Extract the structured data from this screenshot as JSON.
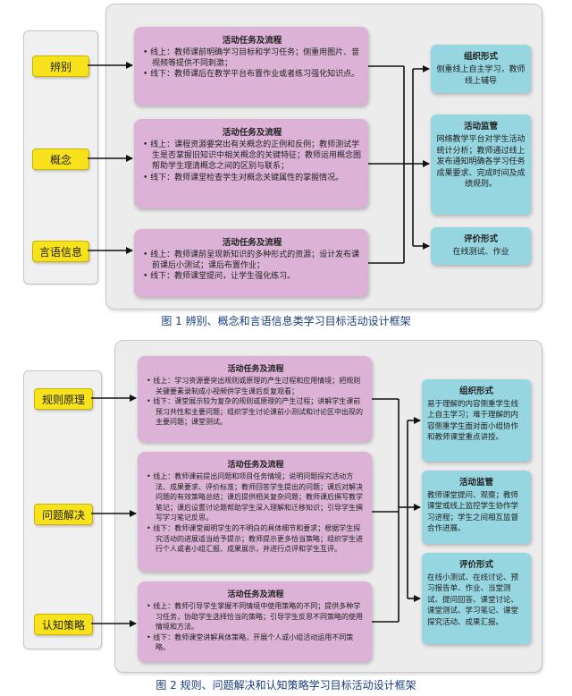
{
  "figure1": {
    "caption": "图 1  辨别、概念和言语信息类学习目标活动设计框架",
    "types": [
      "辨别",
      "概念",
      "言语信息"
    ],
    "activities": [
      {
        "title": "活动任务及流程",
        "items": [
          "• 线上：教师课前明确学习目标和学习任务；侧重用图片、音视频等提供不同刺激；",
          "• 线下：教师课后在教学平台布置作业或者练习强化知识点。"
        ]
      },
      {
        "title": "活动任务及流程",
        "items": [
          "• 线上：课程资源要突出有关概念的正例和反例；教师测试学生是否掌握旧知识中相关概念的关键特征；教师运用概念图帮助学生理清概念之间的区别与联系；",
          "• 线下：教师课堂检查学生对概念关键属性的掌握情况。"
        ]
      },
      {
        "title": "活动任务及流程",
        "items": [
          "• 线上：教师课前呈现新知识的多种形式的资源；设计发布课前课后小测试；课后布置作业；",
          "• 线下：教师课堂提问，让学生强化练习。"
        ]
      }
    ],
    "side": [
      {
        "title": "组织形式",
        "text": "侧重线上自主学习，教师线上辅导"
      },
      {
        "title": "活动监管",
        "text": "网络教学平台对学生活动统计分析；教师通过线上发布通知明确各学习任务成果要求、完成时间及成绩规则。"
      },
      {
        "title": "评价形式",
        "text": "在线测试、作业"
      }
    ]
  },
  "figure2": {
    "caption": "图 2  规则、问题解决和认知策略学习目标活动设计框架",
    "types": [
      "规则原理",
      "问题解决",
      "认知策略"
    ],
    "activities": [
      {
        "title": "活动任务及流程",
        "items": [
          "• 线上：学习资源要突出规则或原理的产生过程和应用情境；把规则关键要素录制成小视频供学生课后反复观看；",
          "• 线下：课堂展示较为复杂的规则或原理的产生过程；讲解学生课前预习共性和主要问题；组织学生讨论课前小测试和讨论区中出现的主要问题；课堂测试。"
        ]
      },
      {
        "title": "活动任务及流程",
        "items": [
          "• 线上：教师课前提出问题和项目任务情境；说明问题探究活动方法、成果要求、评价标准；教师回答学生提出的问题；课后对解决问题的有效策略总结；课后提供相关复杂问题；教师课后撰写教学笔记；课后设置讨论题帮助学生深入理解和迁移知识；引导学生撰写学习笔记反思。",
          "• 线下：教师课堂阐明学生的不明白的具体细节和要求；根据学生探究活动的进展适当给予提示；教师提示更多恰当策略；组织学生进行个人或者小组汇报、成果展示，并进行点评和学生互评。"
        ]
      },
      {
        "title": "活动任务及流程",
        "items": [
          "• 线上：教师引导学生掌握不同情境中使用策略的不同；提供多种学习任务，协助学生选择恰当的策略；引导学生反思不同策略的使用情境和方法。",
          "• 线下：教师课堂讲解具体策略，开展个人或小组活动运用不同策略。"
        ]
      }
    ],
    "side": [
      {
        "title": "组织形式",
        "text": "易于理解的内容侧重学生线上自主学习；难于理解的内容侧重学生面对面小组协作和教师课堂重点讲授。"
      },
      {
        "title": "活动监管",
        "text": "教师课堂提问、观察；教师课堂或线上监控学生协作学习进程；学生之间相互监督合作进展。"
      },
      {
        "title": "评价形式",
        "text": "在线小测试、在线讨论、预习报告单、作业、当堂测试、提问回答、课堂讨论、课堂测试、学习笔记、课堂探究活动、成果汇报。"
      }
    ]
  }
}
